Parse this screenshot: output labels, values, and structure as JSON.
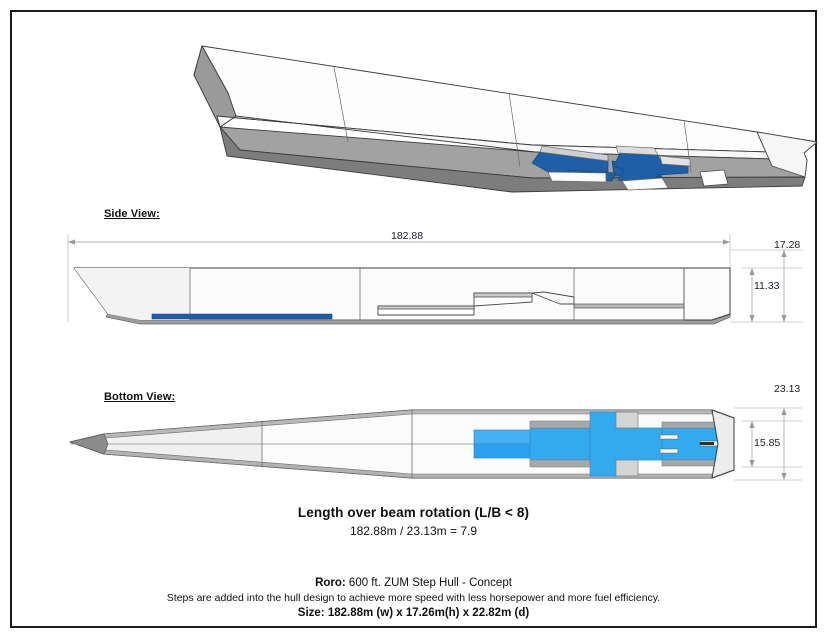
{
  "drawing": {
    "title": "600 ft. ZUM Step Hull - Concept",
    "views": [
      {
        "id": "iso",
        "label": ""
      },
      {
        "id": "side",
        "label": "Side View:"
      },
      {
        "id": "bottom",
        "label": "Bottom View:"
      }
    ],
    "dimensions": {
      "side_length": "182.88",
      "side_height_total": "17.28",
      "side_height_hull": "11.33",
      "bottom_beam_total": "23.13",
      "bottom_beam_inner": "15.85"
    },
    "ratio_note": {
      "line1": "Length over beam rotation (L/B  < 8)",
      "line2": "182.88m / 23.13m = 7.9"
    },
    "caption": {
      "name_label": "Roro:",
      "name_value": " 600 ft. ZUM Step Hull - Concept",
      "description": "Steps are added into the hull design to achieve more speed with less horsepower and more fuel efficiency.",
      "size_label": "Size:",
      "size_value": "  182.88m (w) x 17.26m(h) x 22.82m (d)"
    },
    "colors": {
      "border": "#1b1b1b",
      "line": "#3b3b3b",
      "hull_light": "#fbfbfb",
      "hull_panel": "#f2f2f2",
      "hull_gray": "#9c9c9c",
      "hull_gray_dark": "#7a7a7a",
      "step_blue_dark": "#1f5fa8",
      "step_blue_bright": "#33aaf0",
      "step_blue_mid": "#2b9cea",
      "dim_line": "#9a9a9a",
      "text": "#101010"
    }
  }
}
